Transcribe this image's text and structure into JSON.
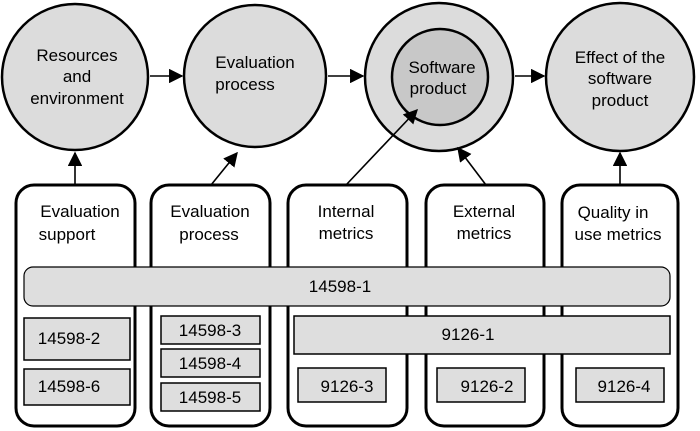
{
  "circles": {
    "resources": [
      "Resources",
      "and",
      "environment"
    ],
    "evaluation_process": [
      "Evaluation",
      "process"
    ],
    "software_product": [
      "Software",
      "product"
    ],
    "effect": [
      "Effect of the",
      "software",
      "product"
    ]
  },
  "columns": {
    "evaluation_support": [
      "Evaluation",
      "support"
    ],
    "evaluation_process": [
      "Evaluation",
      "process"
    ],
    "internal_metrics": [
      "Internal",
      "metrics"
    ],
    "external_metrics": [
      "External",
      "metrics"
    ],
    "quality_in_use": [
      "Quality in",
      "use metrics"
    ]
  },
  "standards": {
    "s14598_1": "14598-1",
    "s9126_1": "9126-1",
    "s14598_2": "14598-2",
    "s14598_6": "14598-6",
    "s14598_3": "14598-3",
    "s14598_4": "14598-4",
    "s14598_5": "14598-5",
    "s9126_3": "9126-3",
    "s9126_2": "9126-2",
    "s9126_4": "9126-4"
  }
}
